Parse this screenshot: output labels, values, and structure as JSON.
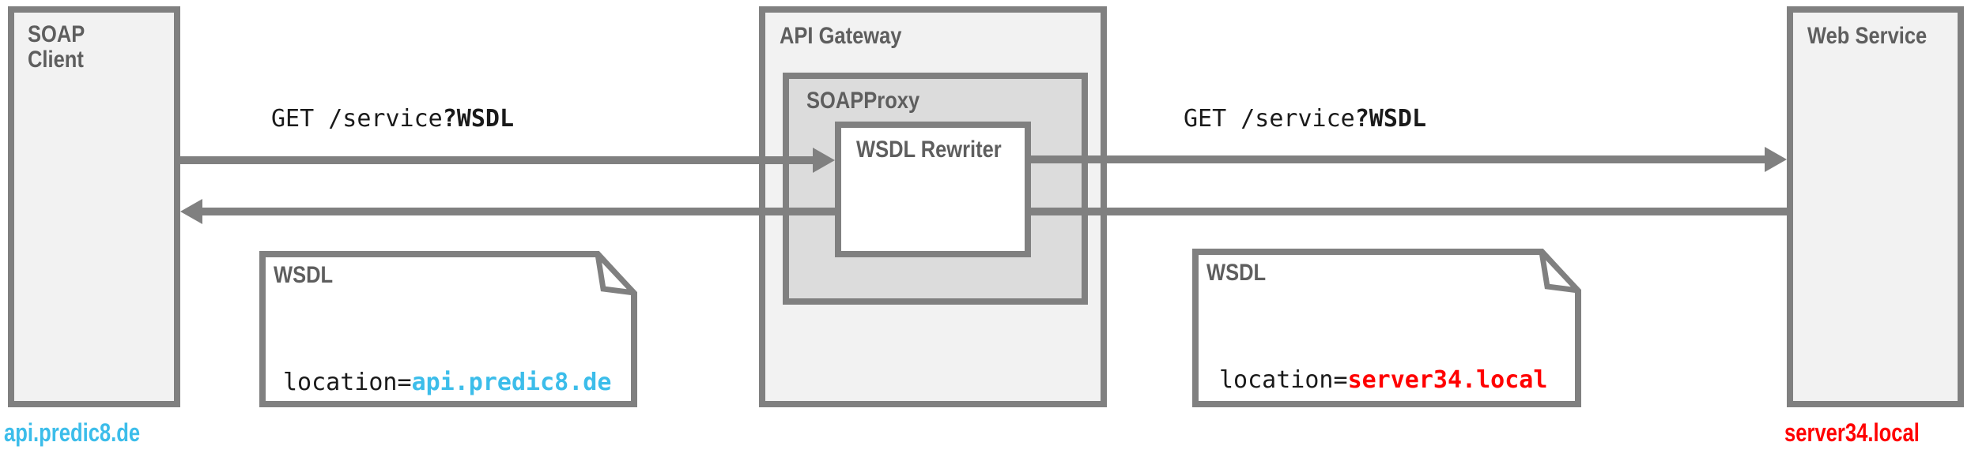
{
  "colors": {
    "border_gray": "#808080",
    "fill_light": "#f2f2f2",
    "fill_mid": "#dcdcdc",
    "title_gray": "#5e5e5e",
    "text_black": "#1a1a1a",
    "accent_cyan": "#3cbdea",
    "accent_red": "#ff0000"
  },
  "nodes": {
    "soap_client": {
      "title_line1": "SOAP",
      "title_line2": "Client",
      "host_label": "api.predic8.de"
    },
    "api_gateway": {
      "title": "API Gateway"
    },
    "soap_proxy": {
      "title": "SOAPProxy"
    },
    "wsdl_rewriter": {
      "title": "WSDL Rewriter"
    },
    "web_service": {
      "title": "Web Service",
      "host_label": "server34.local"
    }
  },
  "messages": {
    "request_left": {
      "prefix": "GET /service",
      "bold_suffix": "?WSDL"
    },
    "request_right": {
      "prefix": "GET /service",
      "bold_suffix": "?WSDL"
    }
  },
  "notes": {
    "left": {
      "title": "WSDL",
      "body_prefix": "location=",
      "body_value": "api.predic8.de"
    },
    "right": {
      "title": "WSDL",
      "body_prefix": "location=",
      "body_value": "server34.local"
    }
  }
}
